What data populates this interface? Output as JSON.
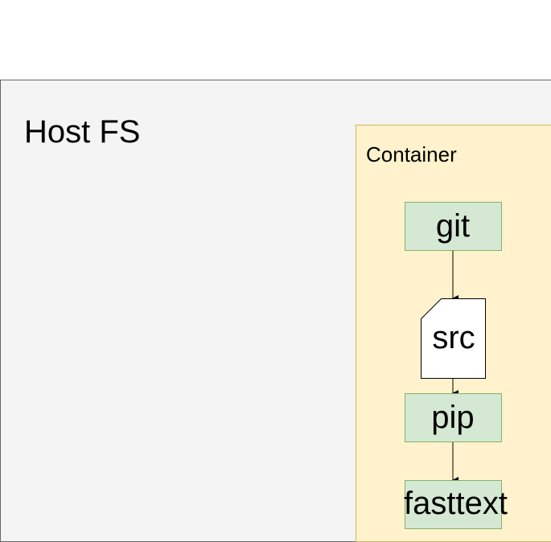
{
  "host": {
    "label": "Host FS",
    "fill": "#f4f4f4",
    "stroke": "#666666"
  },
  "container": {
    "label": "Container",
    "fill": "#fff2cc",
    "stroke": "#d6b656"
  },
  "nodes": {
    "git": {
      "label": "git",
      "fill": "#d5e8d4",
      "stroke": "#82b366"
    },
    "src": {
      "label": "src",
      "fill": "#ffffff",
      "stroke": "#000000",
      "shape": "card"
    },
    "pip": {
      "label": "pip",
      "fill": "#d5e8d4",
      "stroke": "#82b366"
    },
    "fasttext": {
      "label": "fasttext",
      "fill": "#d5e8d4",
      "stroke": "#82b366"
    }
  },
  "edges": [
    {
      "from": "git",
      "to": "src"
    },
    {
      "from": "src",
      "to": "pip"
    },
    {
      "from": "pip",
      "to": "fasttext"
    }
  ],
  "edge_color": "#000000"
}
